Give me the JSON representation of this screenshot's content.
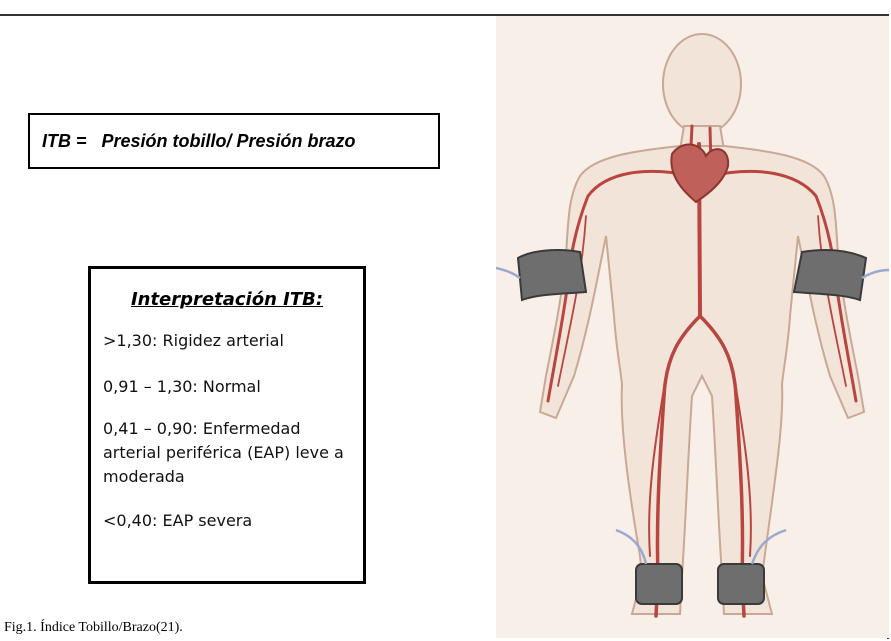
{
  "formula": {
    "text": "ITB =   Presión tobillo/ Presión brazo"
  },
  "interpretation": {
    "title": "Interpretación ITB:",
    "items": [
      ">1,30: Rigidez arterial",
      "0,91 – 1,30: Normal",
      "0,41 – 0,90: Enfermedad arterial periférica  (EAP) leve a moderada",
      "<0,40: EAP severa"
    ]
  },
  "caption": "Fig.1. Índice Tobillo/Brazo(21).",
  "colors": {
    "skin": "#f3e4d9",
    "skin_outline": "#c9a895",
    "artery": "#b8453f",
    "cuff": "#6e6e6e",
    "tube": "#9aa9cf"
  }
}
